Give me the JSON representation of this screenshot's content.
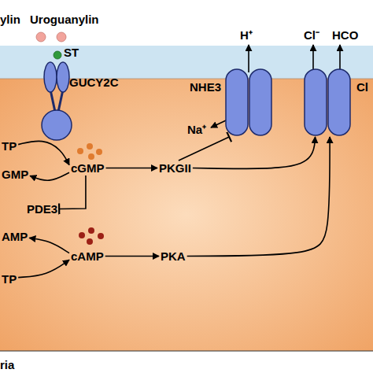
{
  "diagram": {
    "nodes": [
      {
        "text": [
          "GUCY2C"
        ]
      },
      {
        "text": [
          "TP"
        ]
      },
      {
        "text": [
          "GMP"
        ]
      },
      {
        "text": [
          "cGMP"
        ]
      },
      {
        "text": [
          "PDE3"
        ]
      },
      {
        "text": [
          "AMP"
        ]
      },
      {
        "text": [
          "cAMP"
        ]
      },
      {
        "text": [
          "TP"
        ]
      },
      {
        "text": [
          "PKGII"
        ]
      },
      {
        "text": [
          "PKA"
        ]
      },
      {
        "text": [
          "NHE3"
        ]
      },
      {
        "text": [
          "Cl"
        ]
      }
    ],
    "edges": [
      {
        "from": 1,
        "to": 3,
        "arrow": "to"
      },
      {
        "from": 3,
        "to": 2,
        "arrow": "to"
      },
      {
        "from": 3,
        "to": 8,
        "arrow": "to"
      },
      {
        "from": 3,
        "to": 4,
        "arrow": "to"
      },
      {
        "from": 6,
        "to": 5,
        "arrow": "to"
      },
      {
        "from": 7,
        "to": 6,
        "arrow": "to"
      },
      {
        "from": 6,
        "to": 9,
        "arrow": "to"
      },
      {
        "from": 8,
        "to": 10,
        "arrow": "to"
      },
      {
        "from": 8,
        "to": 11,
        "arrow": "to"
      },
      {
        "from": 9,
        "to": 11,
        "arrow": "to"
      }
    ],
    "labels": [
      "ylin",
      "Uroguanylin",
      "ST",
      "H⁺",
      "Cl⁻",
      "HCO",
      "Na⁺",
      "ria"
    ]
  }
}
